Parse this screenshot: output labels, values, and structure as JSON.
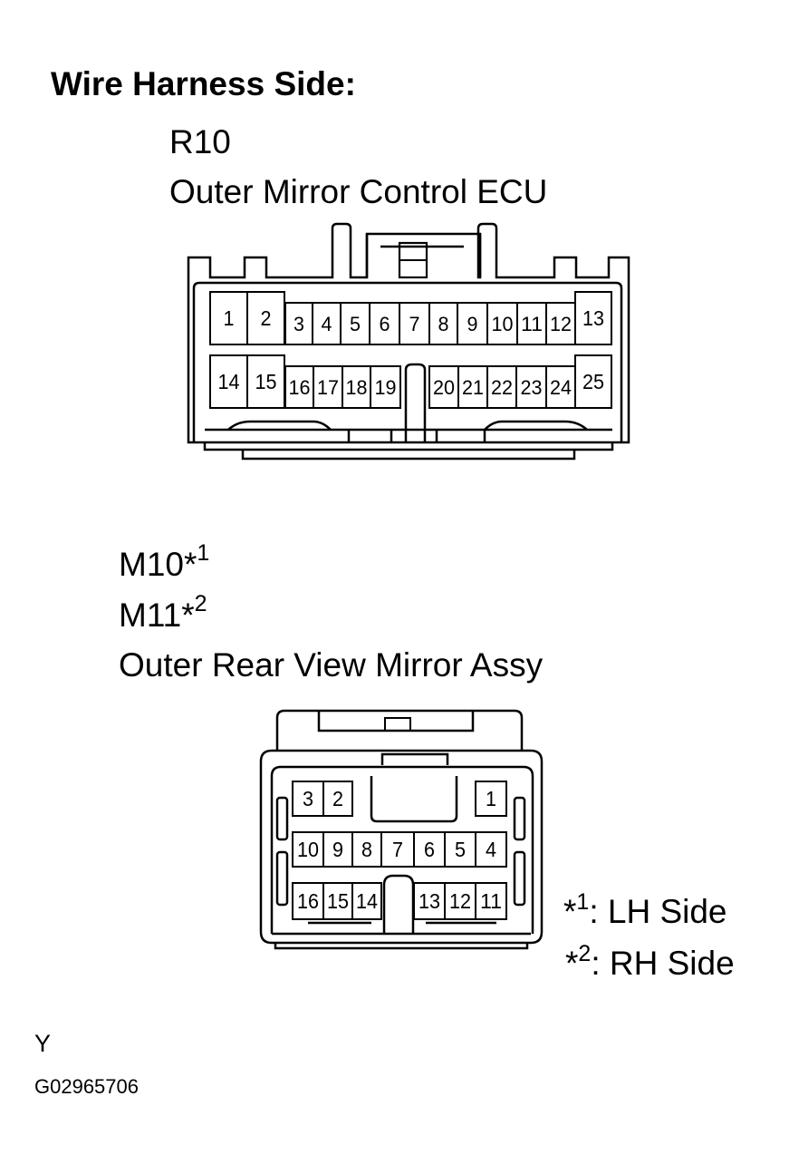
{
  "heading": "Wire Harness Side:",
  "connector_r10": {
    "code": "R10",
    "name": "Outer Mirror Control ECU",
    "pins_row1": [
      "1",
      "2",
      "3",
      "4",
      "5",
      "6",
      "7",
      "8",
      "9",
      "10",
      "11",
      "12",
      "13"
    ],
    "pins_row2": [
      "14",
      "15",
      "16",
      "17",
      "18",
      "19",
      "20",
      "21",
      "22",
      "23",
      "24",
      "25"
    ]
  },
  "connector_mirror": {
    "code_lh": "M10*",
    "code_lh_sup": "1",
    "code_rh": "M11*",
    "code_rh_sup": "2",
    "name": "Outer Rear View Mirror Assy",
    "pins_row1": [
      "3",
      "2",
      "1"
    ],
    "pins_row2": [
      "10",
      "9",
      "8",
      "7",
      "6",
      "5",
      "4"
    ],
    "pins_row3": [
      "16",
      "15",
      "14",
      "13",
      "12",
      "11"
    ]
  },
  "notes": {
    "lh_mark": "*",
    "lh_sup": "1",
    "lh_text": ": LH Side",
    "rh_mark": "*",
    "rh_sup": "2",
    "rh_text": ": RH Side"
  },
  "footer": {
    "letter": "Y",
    "figure_code": "G02965706"
  }
}
